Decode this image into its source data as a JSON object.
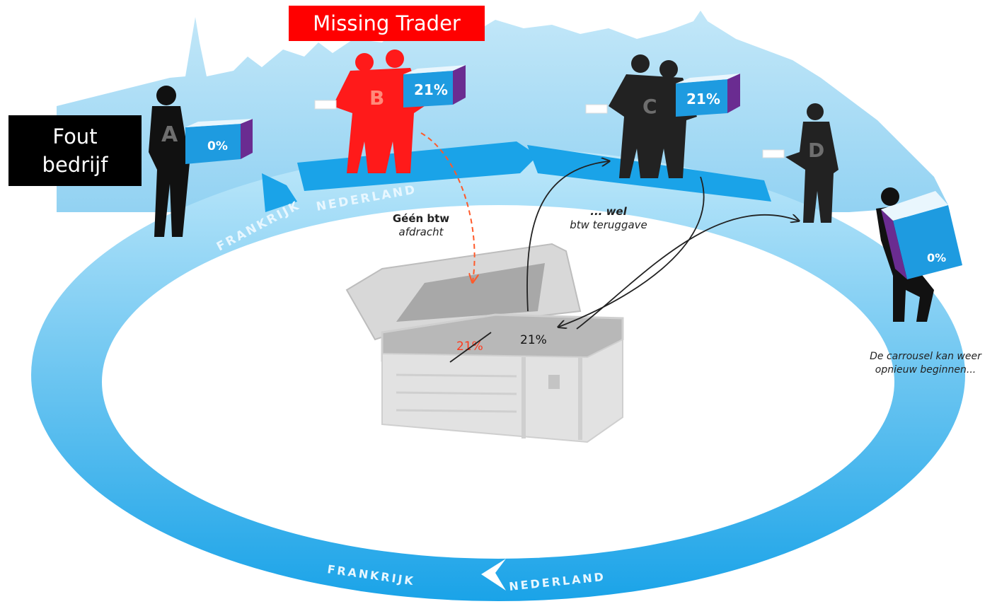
{
  "labels": {
    "missing_trader": "Missing Trader",
    "fout_bedrijf_line1": "Fout",
    "fout_bedrijf_line2": "bedrijf"
  },
  "traders": [
    {
      "letter": "A",
      "box_rate": "0%",
      "color": "#111111"
    },
    {
      "letter": "B",
      "box_rate": "21%",
      "color": "#ff1a1a"
    },
    {
      "letter": "C",
      "box_rate": "21%",
      "color": "#222222"
    },
    {
      "letter": "D",
      "box_rate": "",
      "color": "#222222"
    },
    {
      "letter": "",
      "box_rate": "0%",
      "color": "#111111"
    }
  ],
  "ring_labels": {
    "frankrijk_top": "FRANKRIJK",
    "nederland_top": "NEDERLAND",
    "frankrijk_bottom": "FRANKRIJK",
    "nederland_bottom": "NEDERLAND"
  },
  "notes": {
    "geen_btw_line1": "Géén btw",
    "geen_btw_line2": "afdracht",
    "wel_line1": "... wel",
    "wel_line2": "btw teruggave",
    "carrousel_line1": "De carrousel kan weer",
    "carrousel_line2": "opnieuw beginnen..."
  },
  "chest": {
    "struck_rate": "21%",
    "rate": "21%"
  },
  "colors": {
    "ring": "#1aa3e8",
    "ring_light": "#b9e6f8",
    "skyline": "#9fd8f3",
    "missing": "#ff0000",
    "box_face": "#1e9be0",
    "box_side": "#6a2c91"
  }
}
